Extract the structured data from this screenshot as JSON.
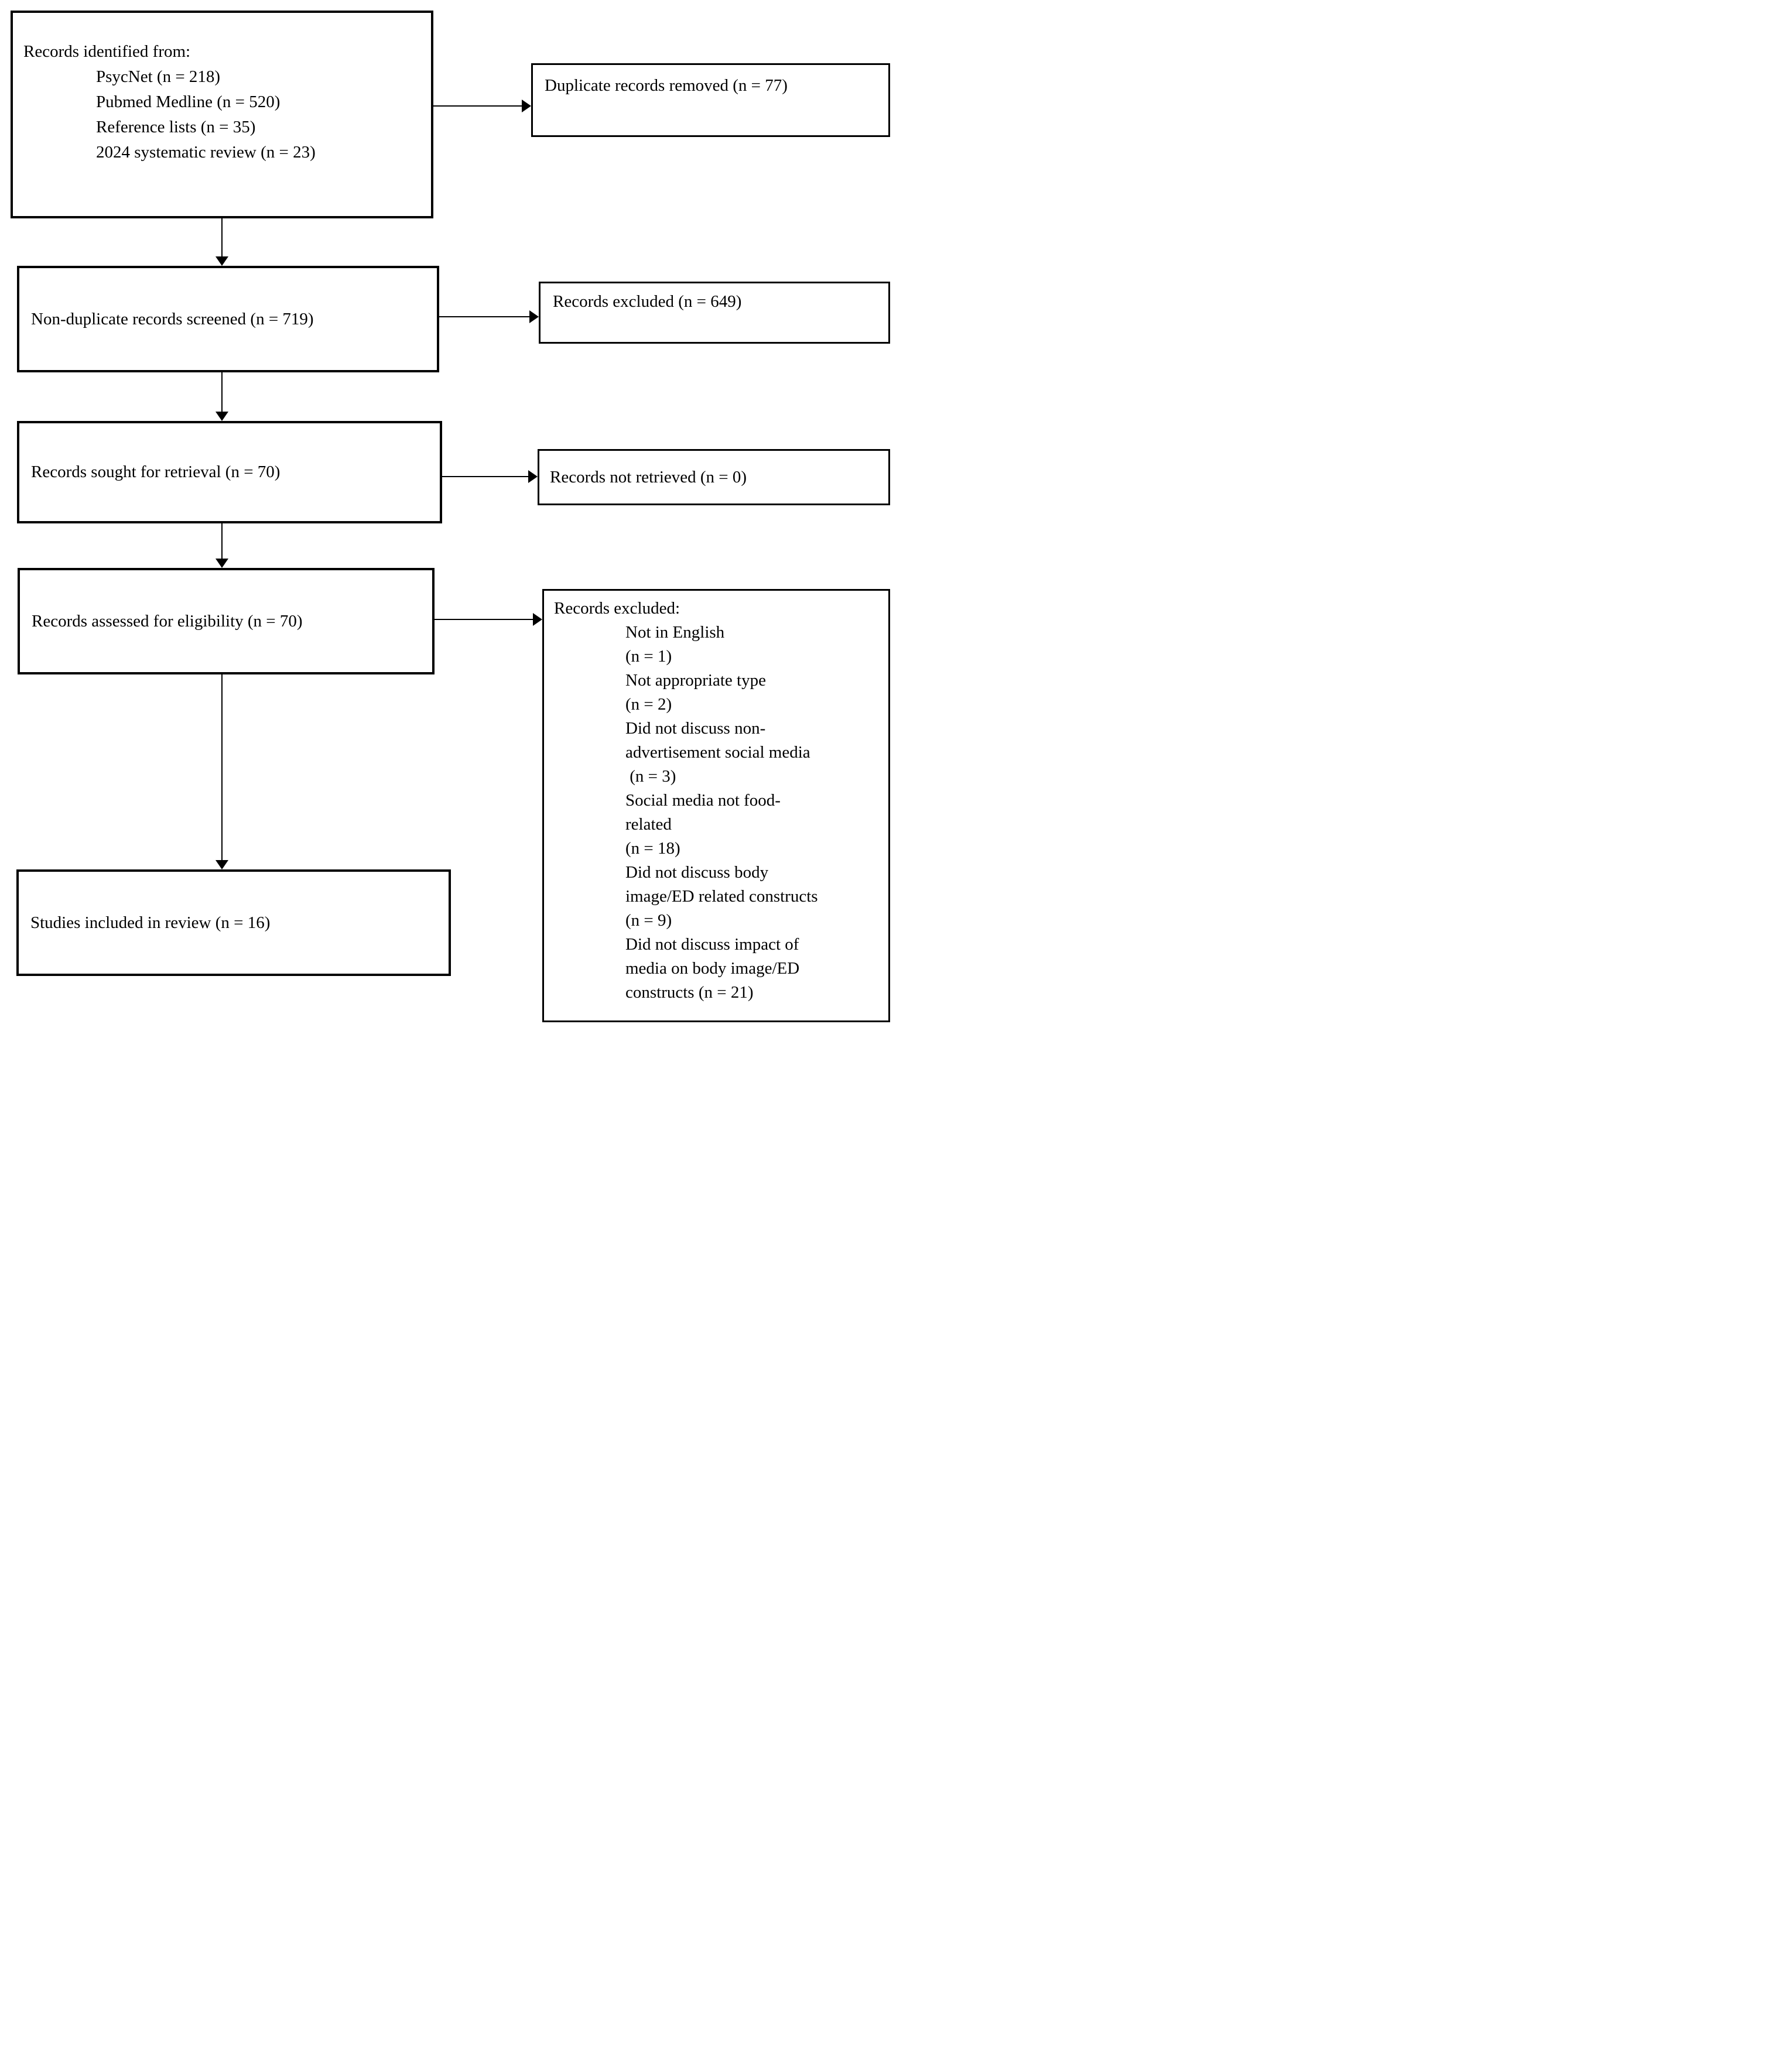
{
  "colors": {
    "background": "#ffffff",
    "box_border": "#000000",
    "text": "#000000",
    "arrow": "#000000"
  },
  "nodes": {
    "identification": {
      "title": "Records identified from:",
      "items": [
        "PsycNet (n = 218)",
        "Pubmed Medline (n = 520)",
        "Reference lists (n = 35)",
        "2024 systematic review (n = 23)"
      ]
    },
    "duplicates_removed": {
      "label": "Duplicate records removed (n = 77)"
    },
    "screened": {
      "label": "Non-duplicate records screened (n = 719)"
    },
    "records_excluded": {
      "label": "Records excluded (n = 649)"
    },
    "sought": {
      "label": "Records sought for retrieval (n = 70)"
    },
    "not_retrieved": {
      "label": "Records not retrieved (n = 0)"
    },
    "assessed": {
      "label": "Records assessed for eligibility (n = 70)"
    },
    "excluded_detail": {
      "title": "Records excluded:",
      "lines": [
        "Not in English",
        "(n = 1)",
        "Not appropriate type",
        "(n = 2)",
        "Did not discuss non-",
        "advertisement social media",
        " (n = 3)",
        "Social media not food-",
        "related",
        "(n = 18)",
        "Did not discuss body",
        "image/ED related constructs",
        "(n = 9)",
        "Did not discuss impact of",
        "media on body image/ED",
        "constructs (n = 21)"
      ]
    },
    "included": {
      "label": "Studies included in review (n = 16)"
    }
  },
  "connections": [
    {
      "from": "identification",
      "to": "duplicates_removed"
    },
    {
      "from": "identification",
      "to": "screened"
    },
    {
      "from": "screened",
      "to": "records_excluded"
    },
    {
      "from": "screened",
      "to": "sought"
    },
    {
      "from": "sought",
      "to": "not_retrieved"
    },
    {
      "from": "sought",
      "to": "assessed"
    },
    {
      "from": "assessed",
      "to": "excluded_detail"
    },
    {
      "from": "assessed",
      "to": "included"
    }
  ]
}
